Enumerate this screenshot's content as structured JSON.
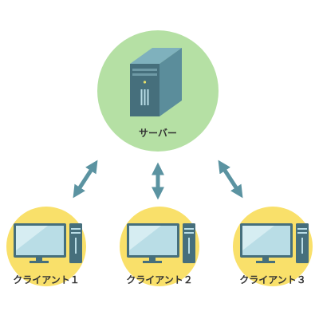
{
  "server": {
    "label": "サーバー",
    "icon": "server-tower-icon",
    "circle_color": "#b5e0a4"
  },
  "clients": [
    {
      "label": "クライアント１",
      "icon": "desktop-computer-icon"
    },
    {
      "label": "クライアント２",
      "icon": "desktop-computer-icon"
    },
    {
      "label": "クライアント３",
      "icon": "desktop-computer-icon"
    }
  ],
  "connections": [
    {
      "from": "server",
      "to": "client-1",
      "style": "double-arrow"
    },
    {
      "from": "server",
      "to": "client-2",
      "style": "double-arrow"
    },
    {
      "from": "server",
      "to": "client-3",
      "style": "double-arrow"
    }
  ],
  "colors": {
    "client_circle": "#f9e06a",
    "arrow": "#5b93a1",
    "device_dark": "#466f7c",
    "device_mid": "#5b8d9b",
    "screen": "#b9dde6",
    "screen_highlight": "#d6edf2",
    "text": "#333333"
  }
}
